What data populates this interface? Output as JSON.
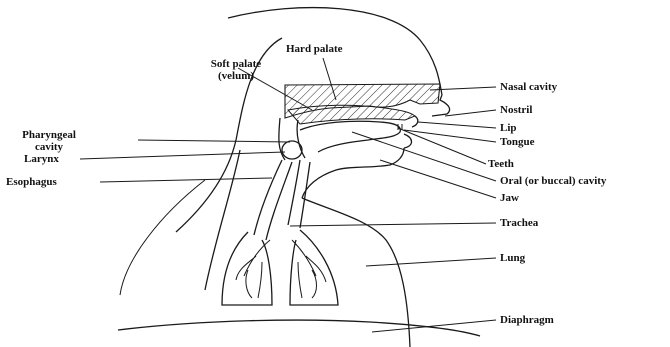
{
  "labels": {
    "hard_palate": "Hard palate",
    "soft_palate": "Soft palate\n(velum)",
    "nasal_cavity": "Nasal cavity",
    "nostril": "Nostril",
    "lip": "Lip",
    "tongue": "Tongue",
    "teeth": "Teeth",
    "oral_cavity": "Oral (or buccal) cavity",
    "jaw": "Jaw",
    "pharyngeal_cavity": "Pharyngeal\ncavity",
    "larynx": "Larynx",
    "esophagus": "Esophagus",
    "trachea": "Trachea",
    "lung": "Lung",
    "diaphragm": "Diaphragm"
  },
  "colors": {
    "ink": "#1a1a1a",
    "background": "#ffffff"
  }
}
